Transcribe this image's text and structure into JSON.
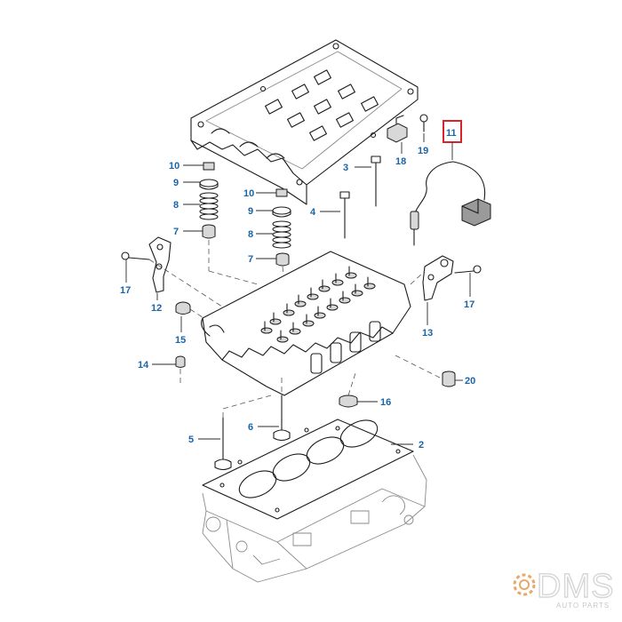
{
  "callouts": [
    {
      "id": "c2",
      "label": "2"
    },
    {
      "id": "c3",
      "label": "3"
    },
    {
      "id": "c4",
      "label": "4"
    },
    {
      "id": "c5",
      "label": "5"
    },
    {
      "id": "c6",
      "label": "6"
    },
    {
      "id": "c7a",
      "label": "7"
    },
    {
      "id": "c7b",
      "label": "7"
    },
    {
      "id": "c8a",
      "label": "8"
    },
    {
      "id": "c8b",
      "label": "8"
    },
    {
      "id": "c9a",
      "label": "9"
    },
    {
      "id": "c9b",
      "label": "9"
    },
    {
      "id": "c10a",
      "label": "10"
    },
    {
      "id": "c10b",
      "label": "10"
    },
    {
      "id": "c11",
      "label": "11"
    },
    {
      "id": "c12",
      "label": "12"
    },
    {
      "id": "c13",
      "label": "13"
    },
    {
      "id": "c14",
      "label": "14"
    },
    {
      "id": "c15",
      "label": "15"
    },
    {
      "id": "c16",
      "label": "16"
    },
    {
      "id": "c17a",
      "label": "17"
    },
    {
      "id": "c17b",
      "label": "17"
    },
    {
      "id": "c18",
      "label": "18"
    },
    {
      "id": "c19",
      "label": "19"
    },
    {
      "id": "c20",
      "label": "20"
    }
  ],
  "highlighted_part": "11",
  "colors": {
    "callout": "#1a64a8",
    "highlight_box": "#d8232a",
    "line": "#1b1b1b"
  },
  "watermark": {
    "logo_text": "DMS",
    "subtitle": "AUTO PARTS"
  }
}
